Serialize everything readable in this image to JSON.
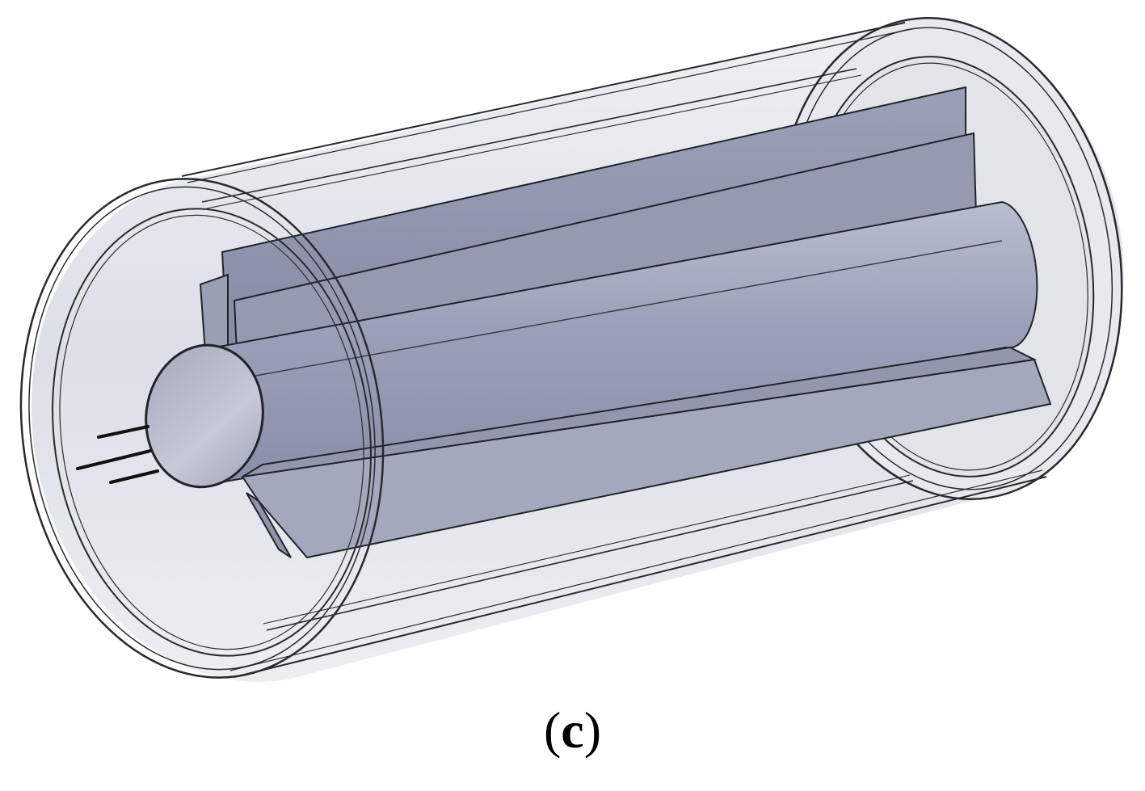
{
  "figure": {
    "caption_open": "(",
    "caption_letter": "c",
    "caption_close": ")",
    "description": "3D CAD model of a transparent outer cylinder housing a central tube with longitudinal fins",
    "components": [
      {
        "name": "outer-cylinder",
        "style": "transparent shell with double-line rims"
      },
      {
        "name": "inner-cylinder",
        "style": "transparent shell"
      },
      {
        "name": "central-tube",
        "style": "solid blue-gray"
      },
      {
        "name": "upper-fins",
        "count": 2
      },
      {
        "name": "lower-fins",
        "count": 2
      },
      {
        "name": "electrode-wires",
        "count": 3
      }
    ],
    "colors": {
      "shell_fill": "#e4e6ec",
      "shell_edge": "#2a2a2e",
      "fin_fill": "#8f94ab",
      "fin_fill_light": "#a9adc0",
      "tube_fill": "#9ea3b8",
      "tube_cap": "#b7bbcb",
      "background": "#ffffff"
    }
  }
}
